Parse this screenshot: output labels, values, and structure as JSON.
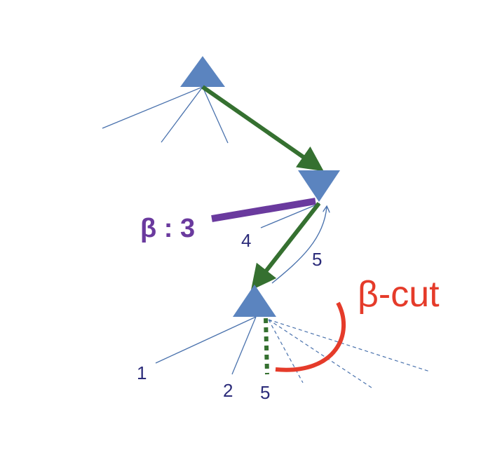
{
  "labels": {
    "beta_value": "β : 3",
    "edge_4": "4",
    "edge_5_return": "5",
    "beta_cut": "β-cut",
    "leaf_1": "1",
    "leaf_2": "2",
    "leaf_5": "5"
  },
  "colors": {
    "node": "#5b84bf",
    "tree_line": "#4a72ad",
    "path_arrow": "#357030",
    "beta_bar": "#6a3a9e",
    "beta_cut": "#e53b2a",
    "number_text": "#2c2c7a"
  }
}
